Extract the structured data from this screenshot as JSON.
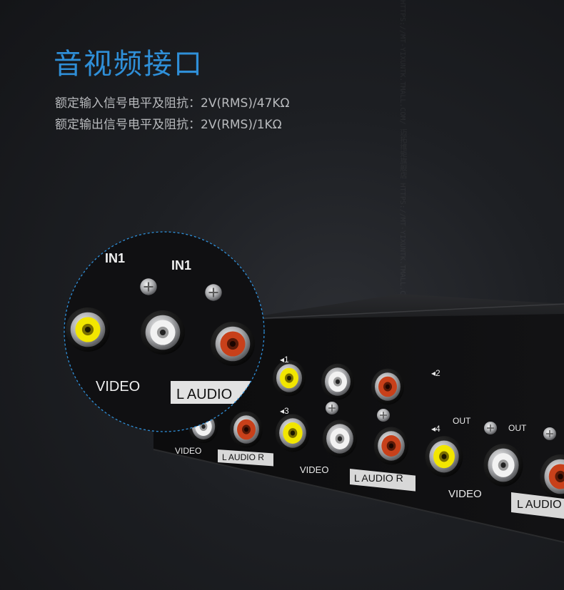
{
  "title": "音视频接口",
  "specs": {
    "input": "额定输入信号电平及阻抗：2V(RMS)/47KΩ",
    "output": "额定输出信号电平及阻抗：2V(RMS)/1KΩ"
  },
  "watermark": "HTTPS://MT-YIXUNTK.TMALL.COM/ 迈拓维矩旗舰店 HTTPS://MT-YIXUNTK.TMALL.COM/ 迈拓维矩旗舰店",
  "panel_labels": {
    "in1": "IN1",
    "video": "VIDEO",
    "audio": "L  AUDIO  R",
    "audio_zoom": "L  AUDIO",
    "out": "OUT",
    "ch1": "1",
    "ch2": "2",
    "ch3": "3",
    "ch4": "4"
  },
  "colors": {
    "accent": "#2f8fd8",
    "video_jack": "#f2e600",
    "audio_left_jack": "#f2f2f2",
    "audio_right_jack": "#c8401a"
  }
}
